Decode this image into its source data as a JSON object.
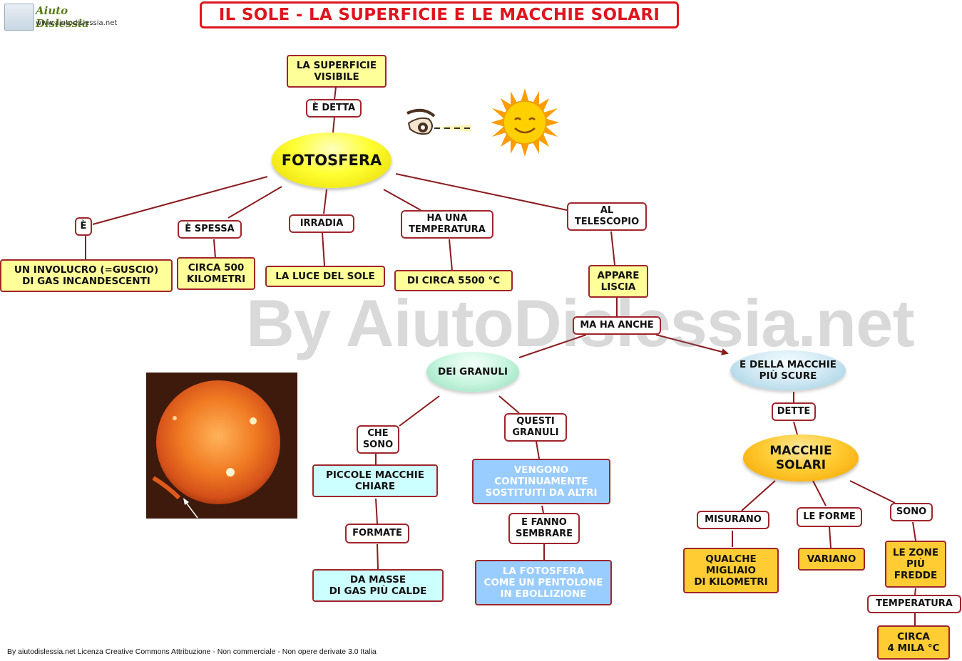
{
  "header": {
    "title": "IL SOLE - LA SUPERFICIE E LE MACCHIE SOLARI",
    "logo_name": "Aiuto Dislessia",
    "logo_url": "www.aiutodislessia.net"
  },
  "watermark": "By AiutoDislessia.net",
  "footer": "By aiutodislessia.net Licenza Creative Commons Attribuzione - Non commerciale - Non opere derivate 3.0 Italia",
  "nodes": {
    "superficie": "LA SUPERFICIE\nVISIBILE",
    "detta": "È DETTA",
    "fotosfera": "FOTOSFERA",
    "e": "È",
    "spessa": "È SPESSA",
    "irradia": "IRRADIA",
    "temperatura": "HA UNA\nTEMPERATURA",
    "telescopio": "AL\nTELESCOPIO",
    "involucro": "UN INVOLUCRO (=GUSCIO)\nDI GAS INCANDESCENTI",
    "km500": "CIRCA 500\nKILOMETRI",
    "luce": "LA LUCE DEL SOLE",
    "c5500": "DI CIRCA 5500 °C",
    "liscia": "APPARE\nLISCIA",
    "ma_anche": "MA HA ANCHE",
    "granuli": "DEI GRANULI",
    "scure": "E DELLA MACCHIE\nPIÙ SCURE",
    "che_sono": "CHE\nSONO",
    "questi": "QUESTI\nGRANULI",
    "piccole": "PICCOLE MACCHIE\nCHIARE",
    "vengono": "VENGONO\nCONTINUAMENTE\nSOSTITUITI DA ALTRI",
    "formate": "FORMATE",
    "fanno": "E FANNO\nSEMBRARE",
    "masse": "DA MASSE\nDI  GAS  PIÙ  CALDE",
    "pentolone": "LA FOTOSFERA\nCOME UN PENTOLONE\nIN EBOLLIZIONE",
    "dette": "DETTE",
    "macchie": "MACCHIE\nSOLARI",
    "misurano": "MISURANO",
    "forme": "LE FORME",
    "sono": "SONO",
    "migliaio": "QUALCHE\nMIGLIAIO\nDI KILOMETRI",
    "variano": "VARIANO",
    "fredde": "LE ZONE\nPIÙ\nFREDDE",
    "temp2": "TEMPERATURA",
    "mila": "CIRCA\n4 MILA °C"
  },
  "colors": {
    "title_red": "#e0141e",
    "line": "#8b1a1f",
    "yellow_box": "#ffff99",
    "cyan_box": "#ccffff",
    "blue_box": "#99ccff",
    "orange_box": "#ffcc33"
  }
}
